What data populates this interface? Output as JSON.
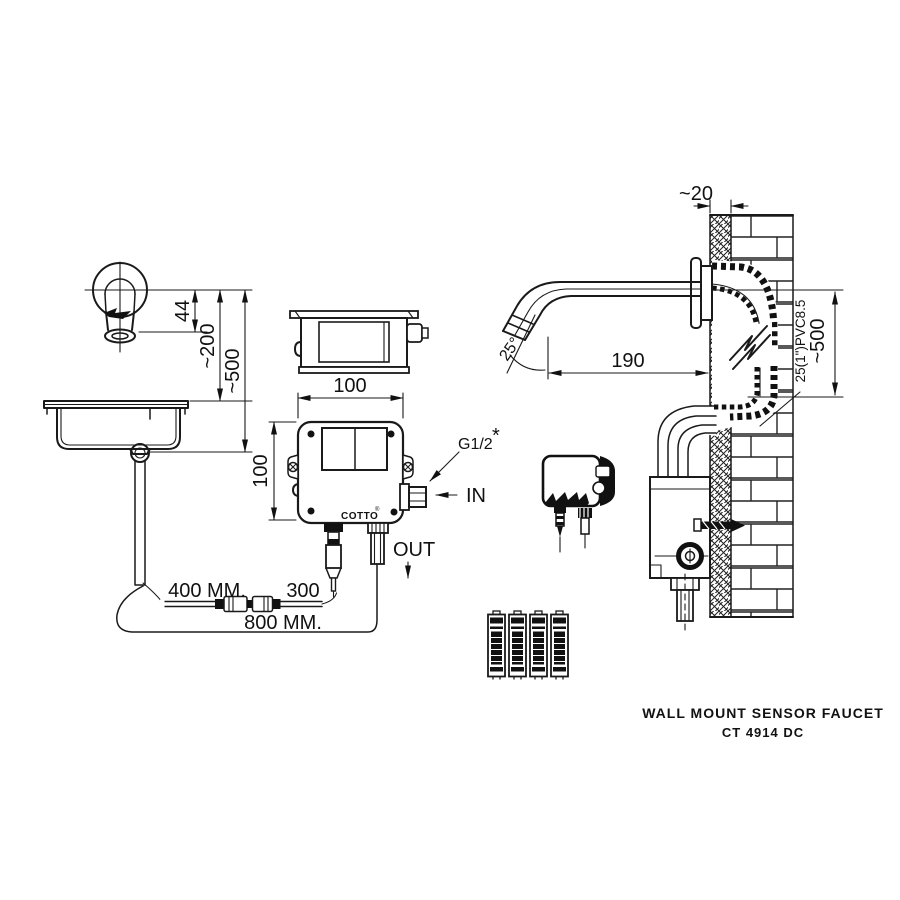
{
  "drawing": {
    "title": {
      "line1": "WALL MOUNT SENSOR FAUCET",
      "line2": "CT 4914 DC"
    },
    "front_view": {
      "dim_spout_tip": "44",
      "dim_spout_height": "~200",
      "dim_drain_height": "~500"
    },
    "control_box": {
      "brand": "COTTO",
      "brand_mark": "®",
      "dim_width": "100",
      "dim_height": "100",
      "inlet_thread": "G1/2",
      "inlet_note": "*",
      "inlet_label": "IN",
      "outlet_label": "OUT"
    },
    "hoses": {
      "segment_400": "400 MM.",
      "segment_300": "300",
      "total_800": "800 MM."
    },
    "side_view": {
      "dim_wall": "~20",
      "dim_reach": "190",
      "dim_angle": "25°",
      "dim_height": "~500",
      "pipe_spec": "25(1\")PVC8.5"
    }
  }
}
